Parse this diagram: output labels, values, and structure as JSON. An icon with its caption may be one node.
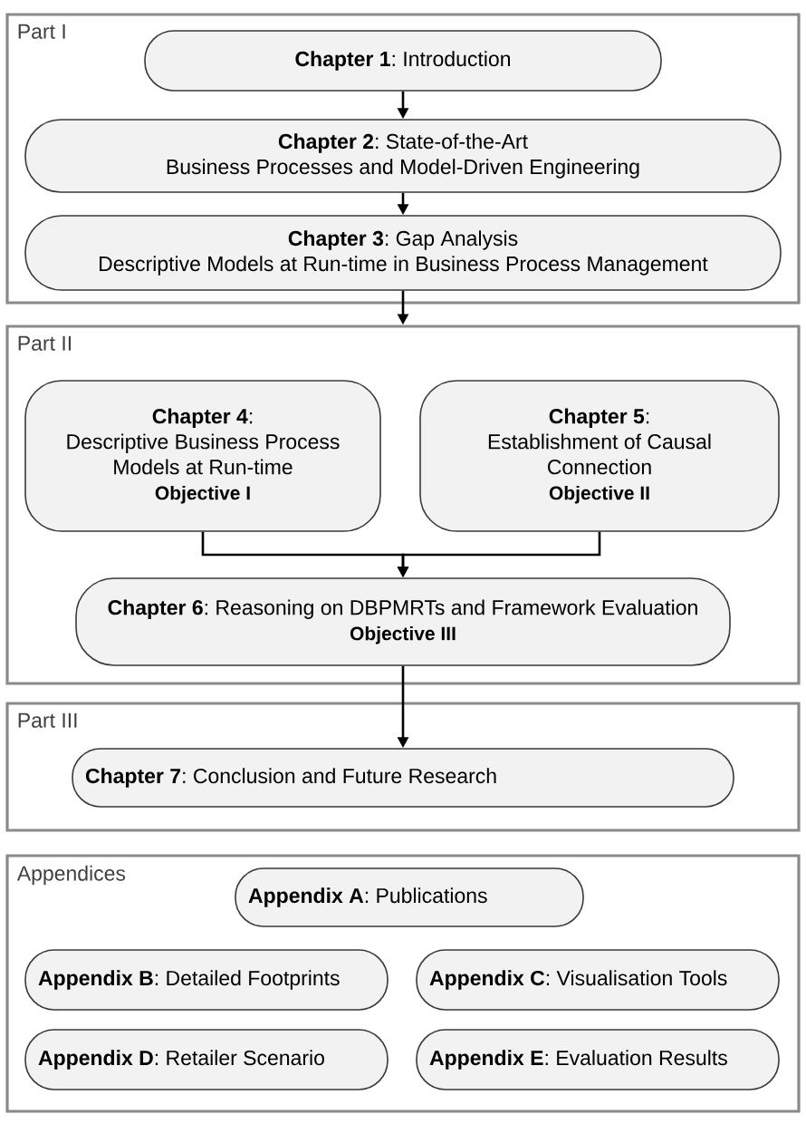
{
  "diagram": {
    "nodes": [
      {
        "text": [
          "Part I"
        ]
      },
      {
        "text": [
          "**Chapter 1**: Introduction"
        ],
        "in": 0
      },
      {
        "text": [
          "**Chapter 2**: State-of-the-Art",
          "Business Processes and Model-Driven Engineering"
        ],
        "in": 0
      },
      {
        "text": [
          "**Chapter 3**: Gap Analysis",
          "Descriptive Models at Run-time in Business Process Management"
        ],
        "in": 0
      },
      {
        "text": [
          "Part II"
        ]
      },
      {
        "text": [
          "**Chapter 4**:",
          "Descriptive Business Process Models at Run-time",
          "Objective I"
        ],
        "in": 4
      },
      {
        "text": [
          "**Chapter 5**:",
          "Establishment of Causal Connection",
          "Objective II"
        ],
        "in": 4
      },
      {
        "text": [
          "**Chapter 6**: Reasoning on DBPMRTs and Framework Evaluation",
          "Objective III"
        ],
        "in": 4
      },
      {
        "text": [
          "Part III"
        ]
      },
      {
        "text": [
          "**Chapter 7**: Conclusion and Future Research"
        ],
        "in": 8
      },
      {
        "text": [
          "Appendices"
        ]
      },
      {
        "text": [
          "**Appendix A**: Publications"
        ],
        "in": 10
      },
      {
        "text": [
          "**Appendix B**: Detailed Footprints"
        ],
        "in": 10
      },
      {
        "text": [
          "**Appendix C**: Visualisation Tools"
        ],
        "in": 10
      },
      {
        "text": [
          "**Appendix D**: Retailer Scenario"
        ],
        "in": 10
      },
      {
        "text": [
          "**Appendix E**: Evaluation Results"
        ],
        "in": 10
      }
    ],
    "edges": [
      {
        "from": 1,
        "to": 2,
        "arrow": "to"
      },
      {
        "from": 2,
        "to": 3,
        "arrow": "to"
      },
      {
        "from": 3,
        "to": 4,
        "arrow": "to"
      },
      {
        "from": 5,
        "to": 7,
        "arrow": "to"
      },
      {
        "from": 6,
        "to": 7,
        "arrow": "to"
      },
      {
        "from": 7,
        "to": 9,
        "arrow": "to"
      }
    ]
  }
}
